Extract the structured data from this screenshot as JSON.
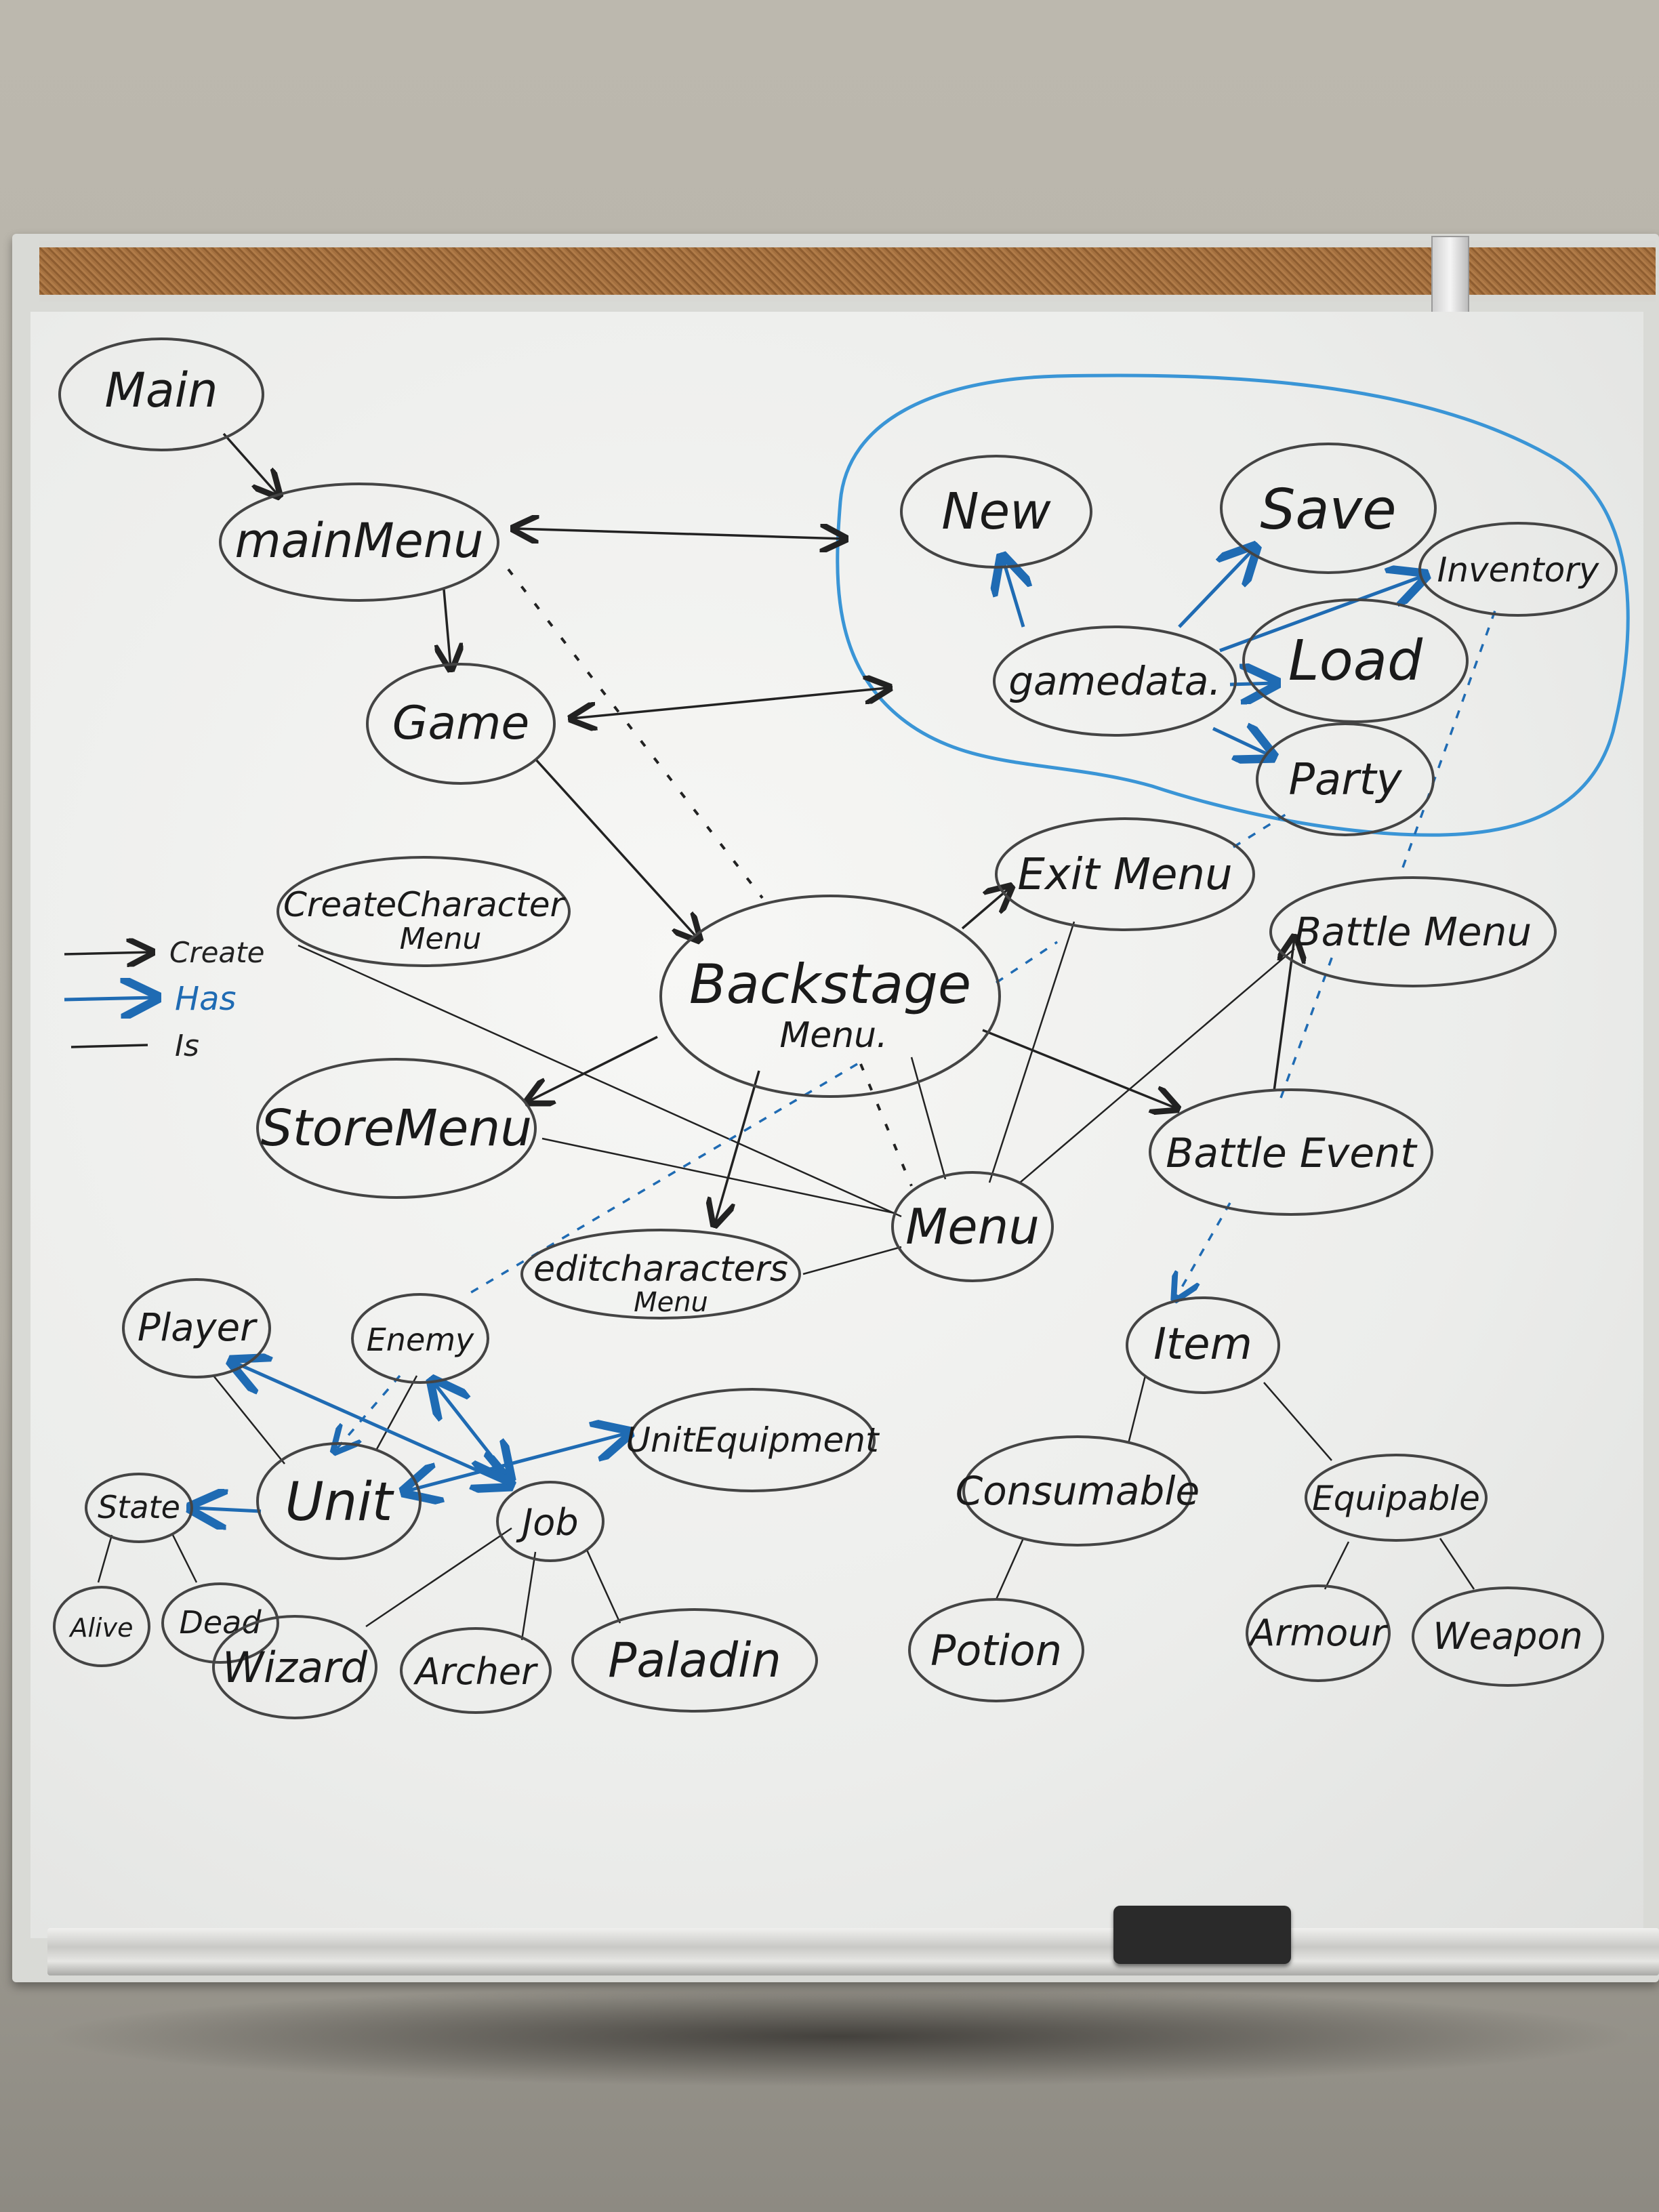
{
  "legend": {
    "create": "Create",
    "has": "Has",
    "is": "Is"
  },
  "colors": {
    "create_line": "#222222",
    "has_line": "#1f6bb3",
    "group_outline": "#3a95d6"
  },
  "nodes": {
    "main": "Main",
    "main_menu": "mainMenu",
    "game": "Game",
    "new": "New",
    "save": "Save",
    "inventory": "Inventory",
    "gamedata": "gamedata.",
    "load": "Load",
    "party": "Party",
    "exit_menu": "Exit Menu",
    "create_character_menu_1": "CreateCharacter",
    "create_character_menu_2": "Menu",
    "backstage_menu_1": "Backstage",
    "backstage_menu_2": "Menu.",
    "battle_menu": "Battle Menu",
    "store_menu": "StoreMenu",
    "battle_event": "Battle Event",
    "menu": "Menu",
    "edit_characters_menu_1": "editcharacters",
    "edit_characters_menu_2": "Menu",
    "player": "Player",
    "enemy": "Enemy",
    "item": "Item",
    "unit_equipment": "UnitEquipment",
    "state": "State",
    "unit": "Unit",
    "job": "Job",
    "consumable": "Consumable",
    "equipable": "Equipable",
    "alive": "Alive",
    "dead": "Dead",
    "wizard": "Wizard",
    "archer": "Archer",
    "paladin": "Paladin",
    "potion": "Potion",
    "armour": "Armour",
    "weapon": "Weapon"
  }
}
